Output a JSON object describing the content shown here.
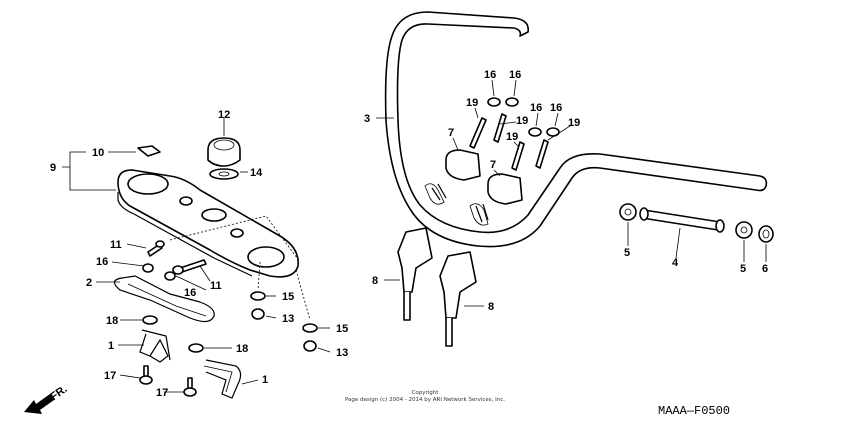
{
  "labels": {
    "l1a": "1",
    "l1b": "1",
    "l2": "2",
    "l3": "3",
    "l4": "4",
    "l5a": "5",
    "l5b": "5",
    "l6": "6",
    "l7a": "7",
    "l7b": "7",
    "l8a": "8",
    "l8b": "8",
    "l9": "9",
    "l10": "10",
    "l11a": "11",
    "l11b": "11",
    "l12": "12",
    "l13a": "13",
    "l13b": "13",
    "l14": "14",
    "l15a": "15",
    "l15b": "15",
    "l16a": "16",
    "l16b": "16",
    "l16c": "16",
    "l16d": "16",
    "l16e": "16",
    "l16f": "16",
    "l17a": "17",
    "l17b": "17",
    "l18a": "18",
    "l18b": "18",
    "l19a": "19",
    "l19b": "19",
    "l19c": "19",
    "l19d": "19"
  },
  "front_indicator": "FR.",
  "copyright": {
    "line1": "Copyright",
    "line2": "Page design (c) 2004 - 2014 by ARI Network Services, Inc."
  },
  "diagram_code": "MAAA—F0500"
}
